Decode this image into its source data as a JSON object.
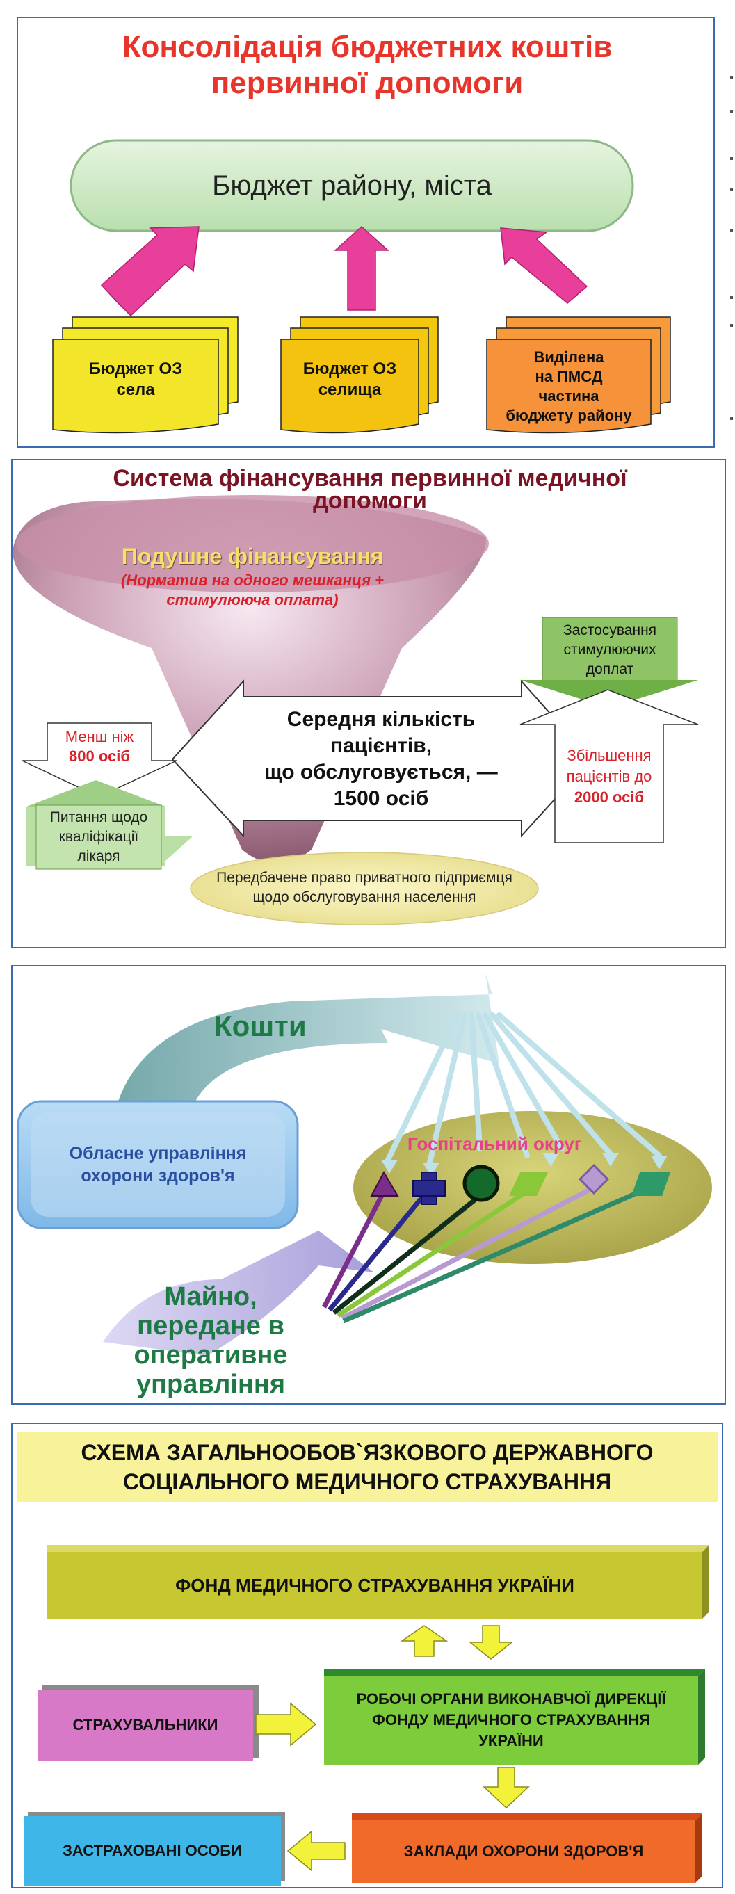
{
  "panel1": {
    "title_line1": "Консолідація бюджетних коштів",
    "title_line2": "первинної допомоги",
    "oval_label": "Бюджет району, міста",
    "doc_village_line1": "Бюджет ОЗ",
    "doc_village_line2": "села",
    "doc_settlement_line1": "Бюджет ОЗ",
    "doc_settlement_line2": "селища",
    "doc_district_line1": "Виділена",
    "doc_district_line2": "на ПМСД",
    "doc_district_line3": "частина",
    "doc_district_line4": "бюджету району",
    "colors": {
      "title": "#e8352b",
      "oval": "#cde9c4",
      "arrow": "#e8409a",
      "doc_yellow": "#f5ea2a",
      "doc_gold": "#f5c810",
      "doc_orange": "#f79a3a"
    }
  },
  "panel2": {
    "title_line1": "Система фінансування первинної медичної",
    "title_line2": "допомоги",
    "funnel_title": "Подушне фінансування",
    "funnel_sub_line1": "(Норматив на одного мешканця +",
    "funnel_sub_line2": "стимулююча оплата)",
    "center_line1": "Середня кількість",
    "center_line2": "пацієнтів,",
    "center_line3": "що обслуговується, —",
    "center_line4": "1500 осіб",
    "left_box_line1": "Менш ніж",
    "left_box_line2": "800 осіб",
    "left_green_line1": "Питання щодо",
    "left_green_line2": "кваліфікації",
    "left_green_line3": "лікаря",
    "right_green_line1": "Застосування",
    "right_green_line2": "стимулюючих",
    "right_green_line3": "доплат",
    "right_box_line1": "Збільшення",
    "right_box_line2": "пацієнтів до",
    "right_box_line3": "2000 осіб",
    "bottom_oval_line1": "Передбачене право приватного підприємця",
    "bottom_oval_line2": "щодо обслуговування населення",
    "colors": {
      "title": "#7a1424",
      "funnel_title": "#f3e16a",
      "red": "#d8212a",
      "green": "#8fc466"
    }
  },
  "panel3": {
    "money_label": "Кошти",
    "oblast_line1": "Обласне управління",
    "oblast_line2": "охорони здоров'я",
    "hospital_label": "Госпітальний округ",
    "property_line1": "Майно,",
    "property_line2": "передане в",
    "property_line3": "оперативне",
    "property_line4": "управління",
    "colors": {
      "money": "#1d7a44",
      "hospital": "#e8408a",
      "oblast_text": "#2b4fa0",
      "oval": "#c9c45a"
    }
  },
  "panel4": {
    "header_line1": "СХЕМА  ЗАГАЛЬНООБОВ`ЯЗКОВОГО ДЕРЖАВНОГО",
    "header_line2": "СОЦІАЛЬНОГО  МЕДИЧНОГО СТРАХУВАННЯ",
    "fund_label": "ФОНД  МЕДИЧНОГО СТРАХУВАННЯ УКРАЇНИ",
    "insurers_label": "СТРАХУВАЛЬНИКИ",
    "exec_line1": "РОБОЧІ ОРГАНИ ВИКОНАВЧОЇ ДИРЕКЦІЇ",
    "exec_line2": "ФОНДУ МЕДИЧНОГО СТРАХУВАННЯ",
    "exec_line3": "УКРАЇНИ",
    "insured_label": "ЗАСТРАХОВАНІ ОСОБИ",
    "institutions_label": "ЗАКЛАДИ ОХОРОНИ ЗДОРОВ'Я",
    "colors": {
      "header_bg": "#f8f39a",
      "fund": "#c6c731",
      "insurers": "#d879c8",
      "exec": "#7ccc3c",
      "insured": "#3fb6e8",
      "institutions": "#f06a2a",
      "arrow": "#f2f23a"
    }
  }
}
